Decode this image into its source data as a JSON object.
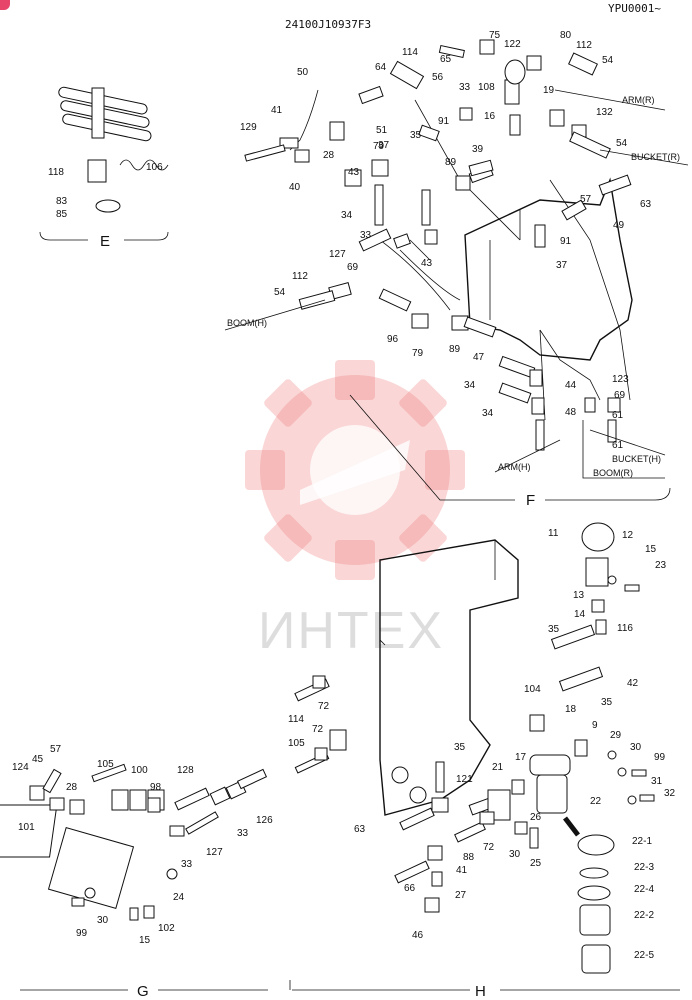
{
  "header": {
    "drawing_number": "24100J10937F3",
    "serial_range": "YPU0001~"
  },
  "watermark": {
    "text": "ИНТЕХ",
    "color": "#f08080"
  },
  "sections": [
    {
      "id": "E",
      "label": "E"
    },
    {
      "id": "F",
      "label": "F"
    },
    {
      "id": "G",
      "label": "G"
    },
    {
      "id": "H",
      "label": "H"
    }
  ],
  "callouts": [
    {
      "text": "ARM(R)"
    },
    {
      "text": "BUCKET(R)"
    },
    {
      "text": "BOOM(H)"
    },
    {
      "text": "ARM(H)"
    },
    {
      "text": "BUCKET(H)"
    },
    {
      "text": "BOOM(R)"
    }
  ],
  "part_numbers": {
    "E": [
      "118",
      "106",
      "83",
      "85"
    ],
    "F": [
      "50",
      "114",
      "65",
      "75",
      "122",
      "80",
      "112",
      "54",
      "64",
      "56",
      "33",
      "108",
      "19",
      "41",
      "129",
      "51",
      "35",
      "16",
      "132",
      "28",
      "37",
      "79",
      "91",
      "39",
      "40",
      "43",
      "89",
      "34",
      "57",
      "63",
      "33",
      "127",
      "112",
      "69",
      "54",
      "96",
      "79",
      "89",
      "47",
      "43",
      "34",
      "44",
      "123",
      "69",
      "34",
      "48",
      "61",
      "61",
      "37",
      "49",
      "91",
      "54"
    ],
    "G": [
      "124",
      "45",
      "57",
      "28",
      "105",
      "100",
      "128",
      "98",
      "101",
      "33",
      "127",
      "126",
      "33",
      "24",
      "99",
      "30",
      "15",
      "102"
    ],
    "H": [
      "11",
      "12",
      "15",
      "23",
      "13",
      "14",
      "116",
      "35",
      "42",
      "35",
      "114",
      "72",
      "104",
      "18",
      "9",
      "29",
      "30",
      "99",
      "105",
      "72",
      "35",
      "17",
      "121",
      "21",
      "22",
      "31",
      "32",
      "26",
      "63",
      "72",
      "30",
      "25",
      "88",
      "41",
      "22-1",
      "22-3",
      "66",
      "27",
      "22-4",
      "22-2",
      "46",
      "22-5"
    ]
  }
}
